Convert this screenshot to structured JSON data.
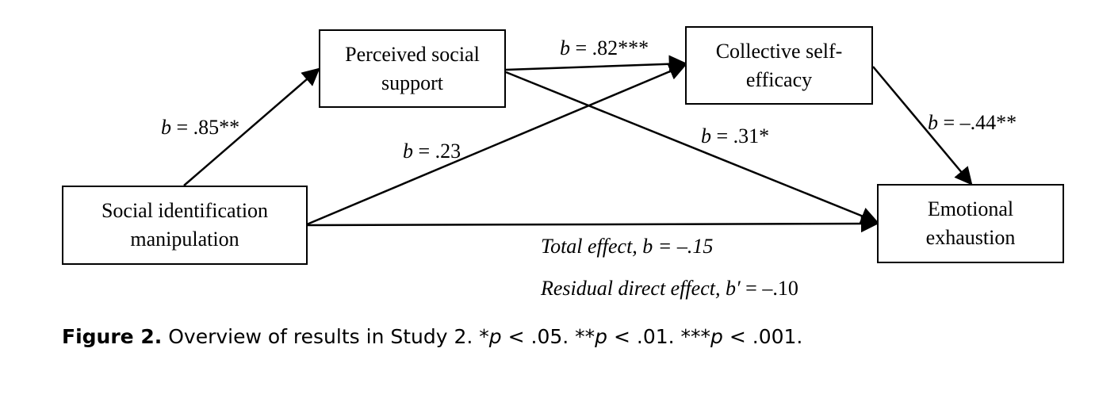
{
  "nodes": {
    "social_identification": [
      "Social identification",
      "manipulation"
    ],
    "perceived_support": [
      "Perceived social",
      "support"
    ],
    "collective_efficacy": [
      "Collective self-",
      "efficacy"
    ],
    "emotional_exhaustion": [
      "Emotional",
      "exhaustion"
    ]
  },
  "paths": {
    "sid_to_pss": {
      "prefix": "b",
      "value": " = .85**"
    },
    "pss_to_cse": {
      "prefix": "b",
      "value": " = .82***"
    },
    "sid_to_cse": {
      "prefix": "b",
      "value": " = .23"
    },
    "pss_to_ee": {
      "prefix": "b",
      "value": " = .31*"
    },
    "cse_to_ee": {
      "prefix": "b",
      "value": " = –.44**"
    }
  },
  "effects": {
    "total": "Total effect, b = –.15",
    "residual_label": "Residual direct effect, b′",
    "residual_value": " = –.10"
  },
  "caption": {
    "figure_label": "Figure 2.",
    "text": "Overview of results in Study 2. ",
    "p1_stars": "*",
    "p1_rest": " < .05. ",
    "p2_stars": "**",
    "p2_rest": " < .01. ",
    "p3_stars": "***",
    "p3_rest": " < .001.",
    "p_symbol": "p"
  }
}
